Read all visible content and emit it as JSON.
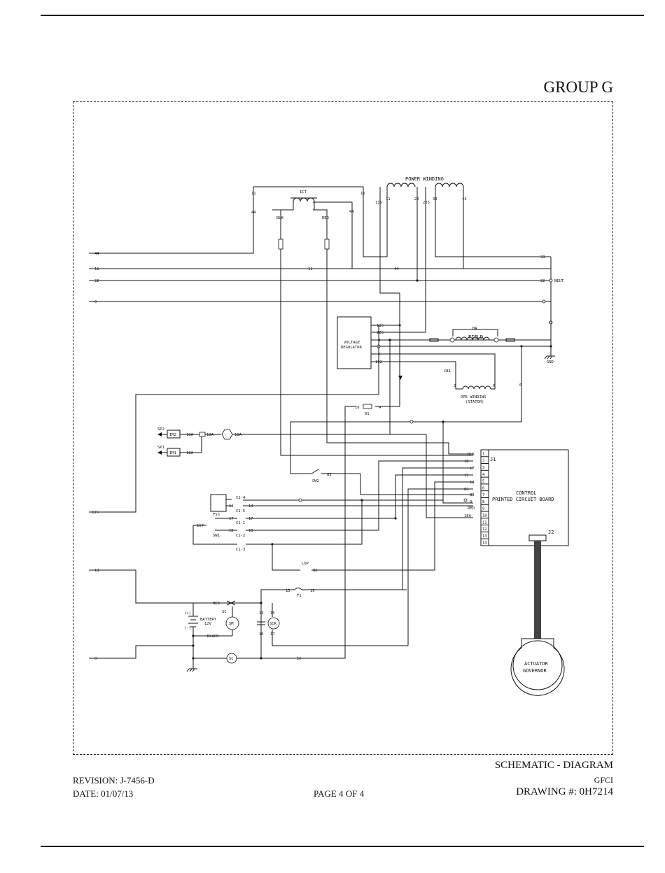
{
  "header": {
    "group": "GROUP G"
  },
  "title_block": {
    "title": "SCHEMATIC - DIAGRAM",
    "subtitle": "GFCI",
    "revision": "REVISION: J-7456-D",
    "date": "DATE: 01/07/13",
    "page": "PAGE 4 OF 4",
    "drawing": "DRAWING #: 0H7214"
  },
  "schematic": {
    "power_winding": "POWER WINDING",
    "ict": "ICT",
    "blk": "BLK",
    "red": "RED",
    "voltage_regulator": [
      "VOLTAGE",
      "REGULATOR"
    ],
    "field": "FIELD",
    "ba": "BA",
    "neut": "NEUT",
    "gnd": "GND",
    "cb1": "CB1",
    "dpe_winding": [
      "DPE WINDING",
      "(STATOR)"
    ],
    "d1": "D1",
    "sp2": "SP2",
    "sp1": "SP1",
    "im2": "IM2",
    "im1": "IM1",
    "sw2": "SW2",
    "fss": "FSS",
    "sw1": "SW1",
    "c1_4": "C1-4",
    "c1_5": "C1-5",
    "c1_1": "C1-1",
    "c1_2": "C1-2",
    "c1_3": "C1-3",
    "lop": "LOP",
    "f1": "F1",
    "sc": "SC",
    "sm": "SM",
    "scr": "SCR",
    "battery": [
      "BATTERY",
      "12V"
    ],
    "plus": "(+)",
    "minus": "(-)",
    "black": "BLACK",
    "control_board": [
      "CONTROL",
      "PRINTED CIRCUIT BOARD"
    ],
    "j1": "J1",
    "j2": "J2",
    "actuator": [
      "ACTUATOR",
      "GOVERNOR"
    ],
    "j1_pins": [
      "1",
      "2",
      "3",
      "4",
      "5",
      "6",
      "7",
      "8",
      "9",
      "10",
      "11",
      "12",
      "13",
      "14"
    ],
    "j1_wires": [
      "BLK",
      "18",
      "17",
      "15",
      "14",
      "86",
      "83",
      "0",
      "RED",
      "18A"
    ],
    "left_wires": [
      "44",
      "11",
      "22",
      "0",
      "11S",
      "13",
      "0"
    ],
    "numbers": {
      "n11": "11",
      "n44": "44",
      "n11s": "11S",
      "n22": "22",
      "n22s": "22S",
      "n33": "33",
      "n0": "0",
      "n4": "4",
      "n6": "6",
      "n2": "2",
      "n162": "162",
      "n16": "16",
      "n18a": "18A",
      "n83": "83",
      "n14": "14",
      "n17": "17",
      "n167": "167",
      "n18": "18",
      "n86": "86",
      "n13": "13",
      "n15": "15"
    }
  }
}
